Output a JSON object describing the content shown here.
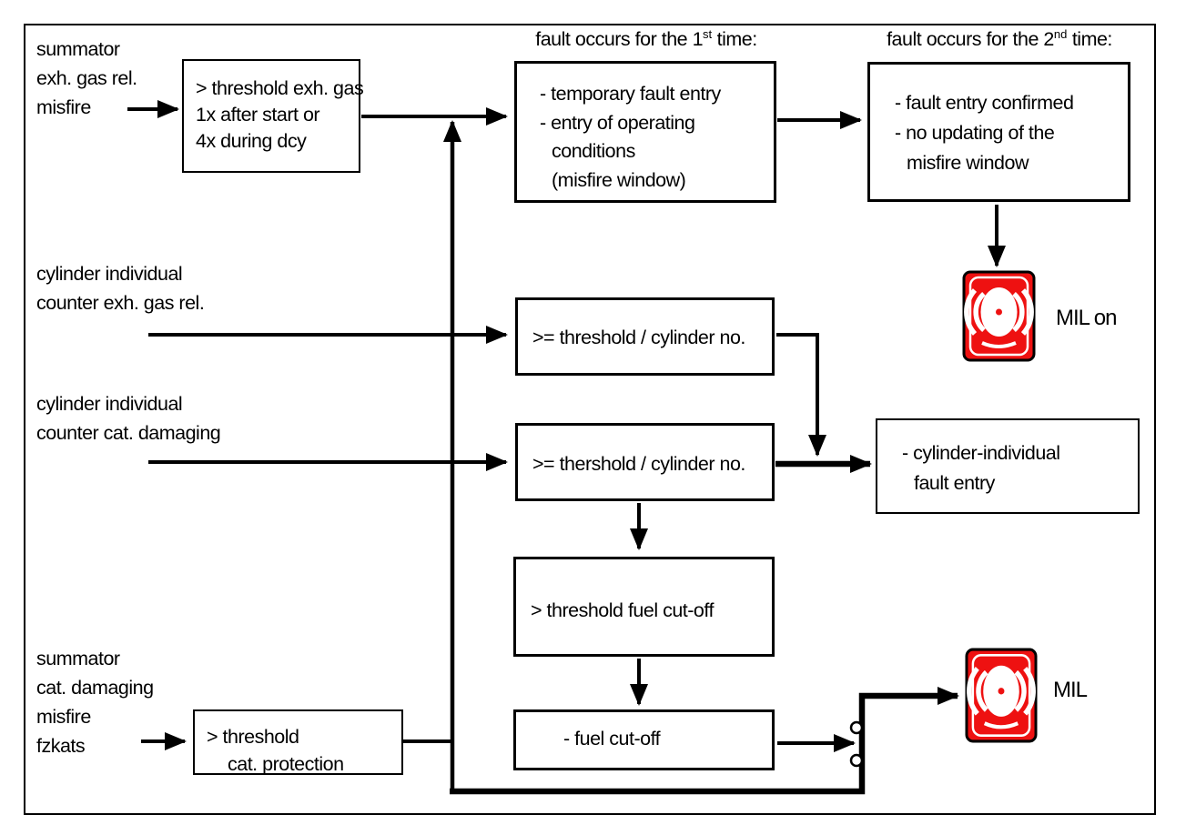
{
  "diagram": {
    "inputs": {
      "exh_gas_misfire": {
        "lines": [
          "summator",
          "exh. gas rel.",
          "misfire"
        ]
      },
      "cyl_counter_exh": {
        "lines": [
          "cylinder individual",
          "counter exh. gas rel."
        ]
      },
      "cyl_counter_cat": {
        "lines": [
          "cylinder individual",
          "counter cat. damaging"
        ]
      },
      "cat_damaging_misfire": {
        "lines": [
          "summator",
          "cat. damaging",
          "misfire",
          "fzkats"
        ]
      }
    },
    "headings": {
      "first_fault": {
        "text": "fault occurs for the 1",
        "sup": "st",
        "rest": " time:"
      },
      "second_fault": {
        "text": "fault occurs for the 2",
        "sup": "nd",
        "rest": " time:"
      }
    },
    "boxes": {
      "threshold_exh_gas": {
        "lines": [
          "> threshold exh. gas",
          "1x after start or",
          "4x during dcy"
        ]
      },
      "temporary_fault_entry": {
        "lines": [
          "- temporary fault entry",
          "- entry of operating",
          "conditions",
          "(misfire window)"
        ]
      },
      "fault_entry_confirmed": {
        "lines": [
          "- fault entry confirmed",
          "- no updating of the",
          "misfire window"
        ]
      },
      "threshold_cylinder_exh": {
        "lines": [
          ">= threshold / cylinder no."
        ]
      },
      "threshold_cylinder_cat": {
        "lines": [
          ">= thershold / cylinder no."
        ]
      },
      "cylinder_individual_fault": {
        "lines": [
          "- cylinder-individual",
          "fault entry"
        ]
      },
      "threshold_fuel_cutoff": {
        "lines": [
          "> threshold fuel cut-off"
        ]
      },
      "fuel_cutoff": {
        "lines": [
          "- fuel cut-off"
        ]
      },
      "threshold_cat_protection": {
        "lines": [
          "> threshold",
          "cat. protection"
        ]
      }
    },
    "indicators": {
      "mil_on": {
        "label": "MIL on",
        "icon": "mil-lamp-icon"
      },
      "mil": {
        "label": "MIL",
        "icon": "mil-lamp-icon"
      }
    },
    "colors": {
      "mil_red": "#ee1111",
      "line_black": "#000000"
    }
  }
}
